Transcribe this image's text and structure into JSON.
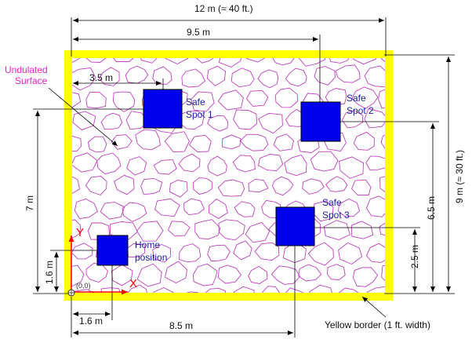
{
  "colors": {
    "border": "#ffff00",
    "spot": "#0000ee",
    "pattern": "#c040c0",
    "dim": "#000000",
    "axis": "#ff0000",
    "label_blue": "#1a1aa6",
    "label_pink": "#ee22cc"
  },
  "dims": {
    "width_total": "12 m (≈ 40 ft.)",
    "spot2_x": "9.5 m",
    "spot1_x": "3.5 m",
    "home_x": "1.6 m",
    "spot3_x": "8.5 m",
    "height_total": "9 m (≈ 30 ft.)",
    "spot2_y": "6.5 m",
    "spot3_y": "2.5 m",
    "spot1_y": "7 m",
    "home_y": "1.6 m"
  },
  "labels": {
    "surface_line1": "Undulated",
    "surface_line2": "Surface",
    "spot1_line1": "Safe",
    "spot1_line2": "Spot 1",
    "spot2_line1": "Safe",
    "spot2_line2": "Spot 2",
    "spot3_line1": "Safe",
    "spot3_line2": "Spot 3",
    "home_line1": "Home",
    "home_line2": "position",
    "origin": "(0,0)",
    "axis_x": "X",
    "axis_y": "Y",
    "border_note": "Yellow border (1 ft. width)"
  },
  "icons": {
    "origin_marker": "crosshair-circle-icon"
  }
}
